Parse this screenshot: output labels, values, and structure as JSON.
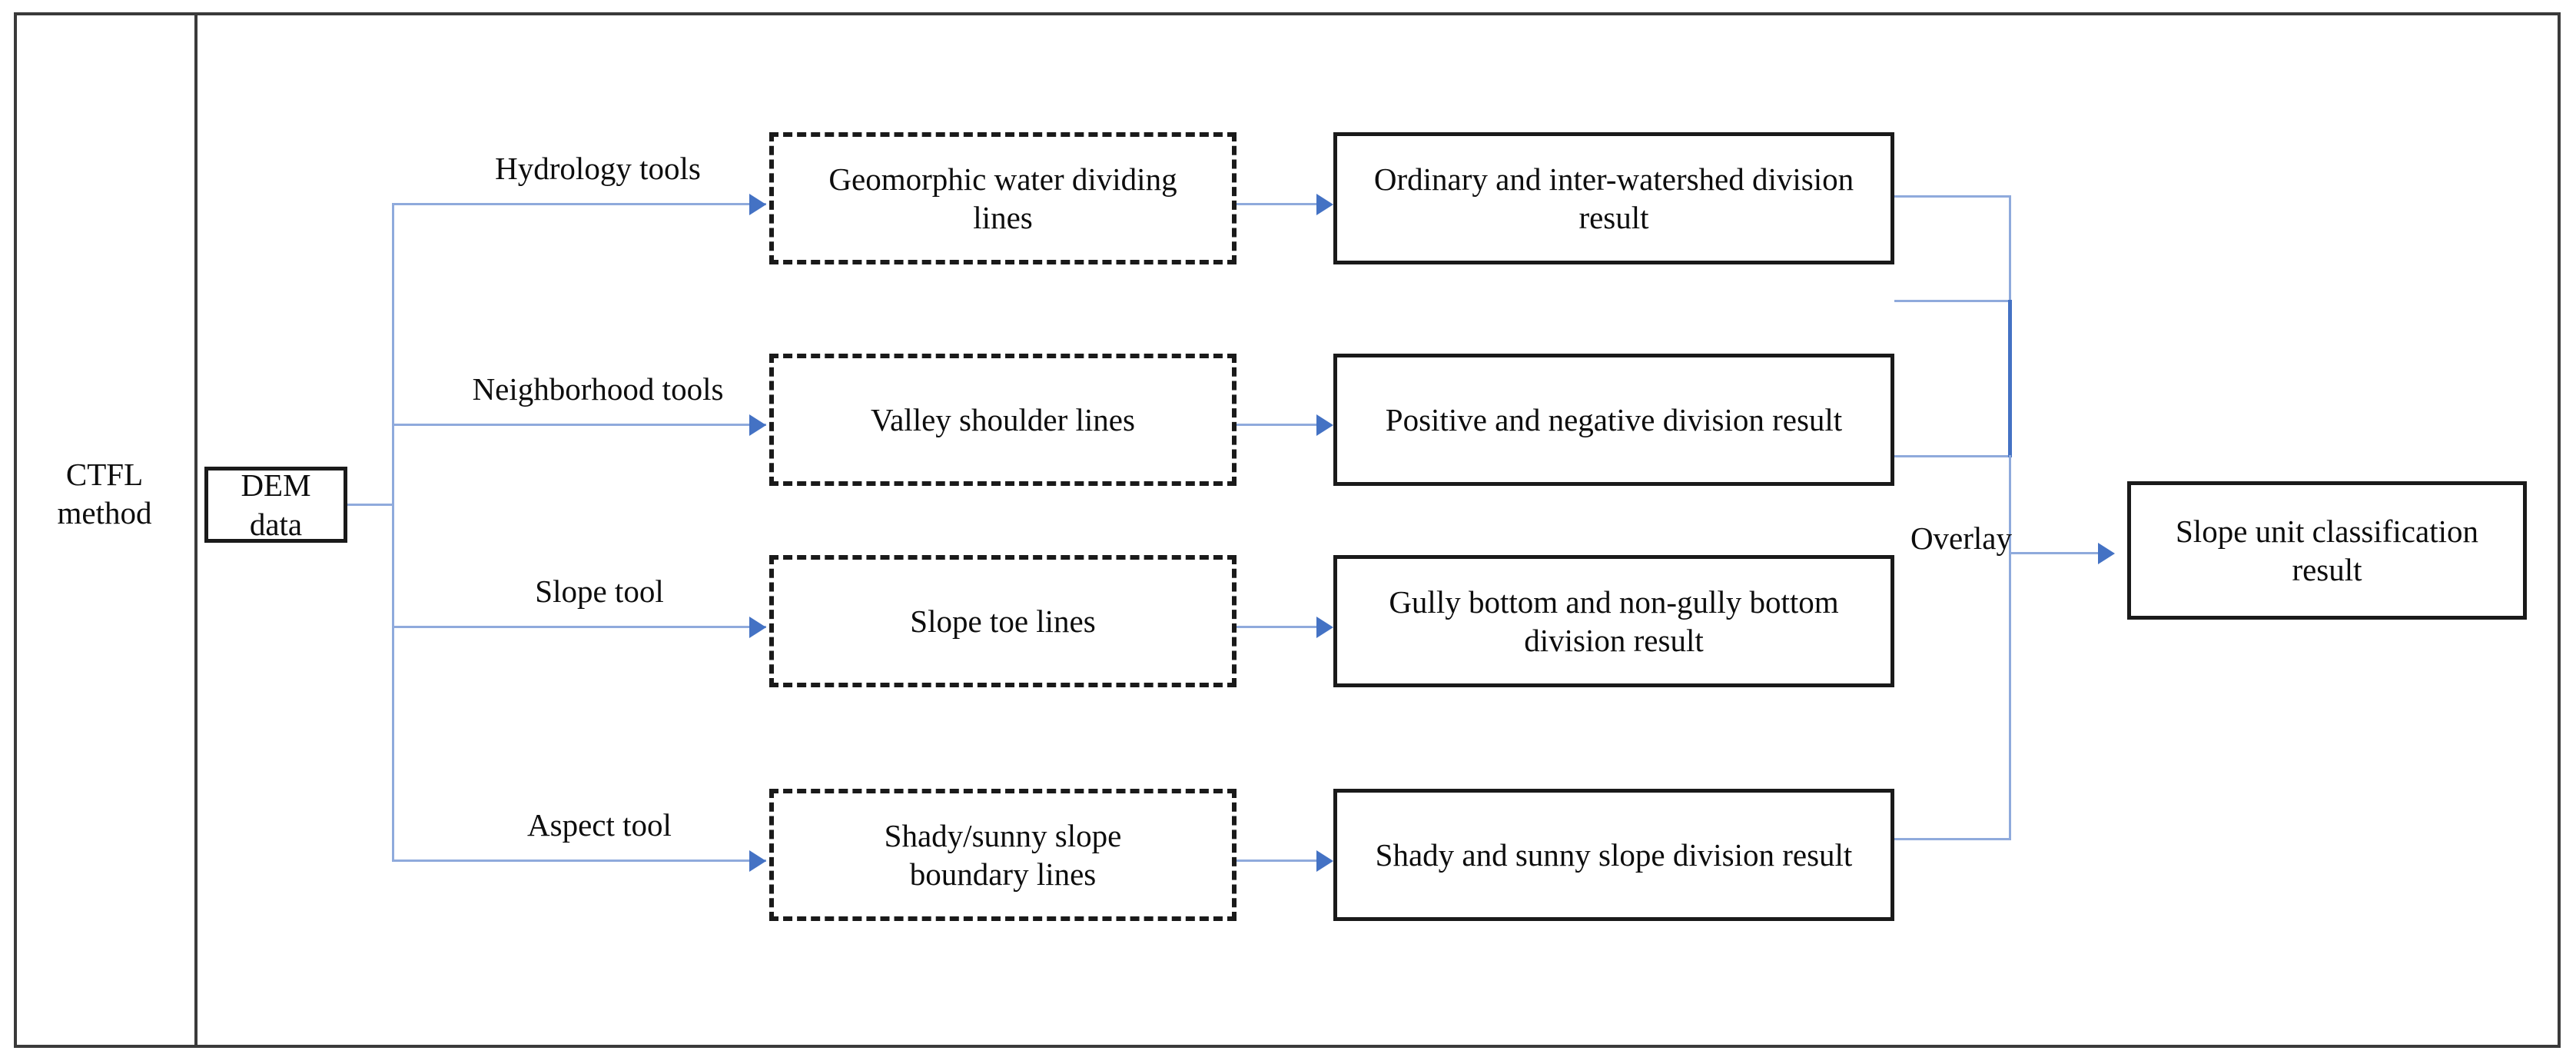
{
  "diagram": {
    "title_label": "CTFL method",
    "source": {
      "label": "DEM data"
    },
    "overlay_label": "Overlay",
    "final": {
      "label": "Slope unit classification result"
    },
    "rows": [
      {
        "tool_label": "Hydrology tools",
        "intermediate_label": "Geomorphic water dividing lines",
        "result_label": "Ordinary and inter-watershed division result"
      },
      {
        "tool_label": "Neighborhood tools",
        "intermediate_label": "Valley shoulder lines",
        "result_label": "Positive and negative division result"
      },
      {
        "tool_label": "Slope tool",
        "intermediate_label": "Slope toe lines",
        "result_label": "Gully bottom and non-gully bottom division result"
      },
      {
        "tool_label": "Aspect tool",
        "intermediate_label": "Shady/sunny slope boundary lines",
        "result_label": "Shady and sunny slope division result"
      }
    ],
    "colors": {
      "connector_line": "#8faadc",
      "connector_arrow": "#4472c4",
      "box_border": "#1a1a1a",
      "frame_border": "#3a3a3a",
      "text": "#0d0d0d",
      "background": "#ffffff"
    }
  }
}
